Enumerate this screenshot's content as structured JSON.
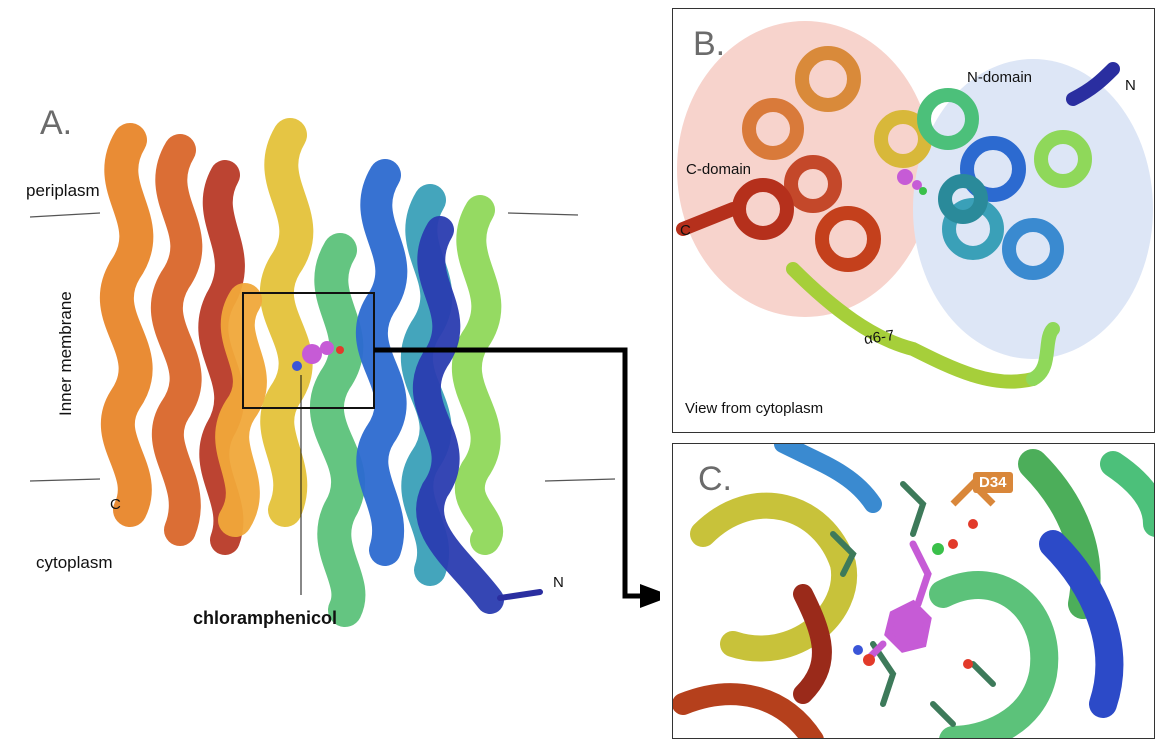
{
  "panel_a": {
    "letter": "A.",
    "periplasm": "periplasm",
    "inner_membrane": "Inner membrane",
    "cytoplasm": "cytoplasm",
    "c_terminus": "C",
    "n_terminus": "N",
    "ligand": "chloramphenicol"
  },
  "panel_b": {
    "letter": "B.",
    "n_domain": "N-domain",
    "c_domain": "C-domain",
    "n_terminus": "N",
    "c_terminus": "C",
    "helix": "α6-7",
    "view": "View from cytoplasm"
  },
  "panel_c": {
    "letter": "C.",
    "residue": "D34"
  },
  "colors": {
    "red": "#b5301c",
    "orange": "#e8862a",
    "yellow": "#e4c23a",
    "lime": "#a6cf3a",
    "green": "#4cc07a",
    "teal": "#3aa0b8",
    "blue": "#2c50c8",
    "navy": "#2a2ea0",
    "ligand": "#c65bd6",
    "c_domain_bg": "#f7d3cc",
    "n_domain_bg": "#dde6f6"
  }
}
